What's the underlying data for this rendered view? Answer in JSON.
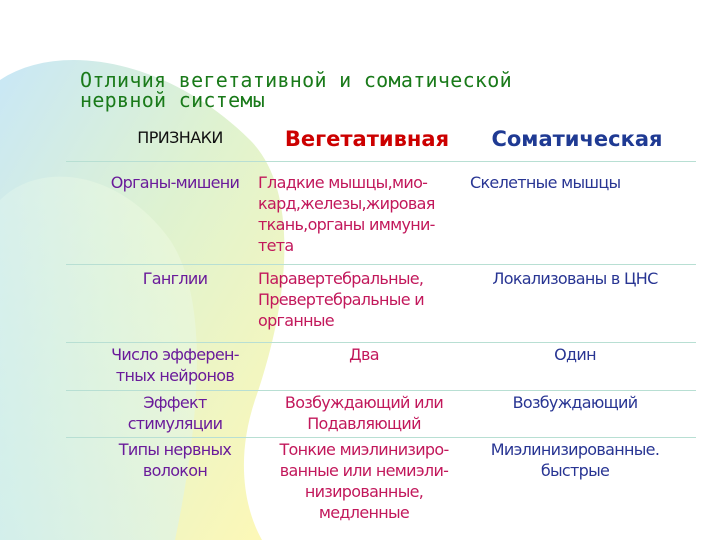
{
  "title_lines": [
    "Отличия вегетативной и соматической",
    "нервной системы"
  ],
  "headers": {
    "features": "ПРИЗНАКИ",
    "vegetative": "Вегетативная",
    "somatic": "Соматическая"
  },
  "rows": [
    {
      "feature": [
        "Органы-мишени"
      ],
      "vegetative": [
        "Гладкие мышцы,мио-",
        "кард,железы,жировая",
        "ткань,органы иммуни-",
        "тета"
      ],
      "somatic": [
        "Скелетные мышцы"
      ]
    },
    {
      "feature": [
        "Ганглии"
      ],
      "vegetative": [
        "Паравертебральные,",
        "Превертебральные и",
        "органные"
      ],
      "somatic": [
        "Локализованы в ЦНС"
      ]
    },
    {
      "feature": [
        "Число эфферен-",
        "тных нейронов"
      ],
      "vegetative": [
        "Два"
      ],
      "somatic": [
        "Один"
      ]
    },
    {
      "feature": [
        "Эффект",
        "стимуляции"
      ],
      "vegetative": [
        "Возбуждающий или",
        "Подавляющий"
      ],
      "somatic": [
        "Возбуждающий"
      ]
    },
    {
      "feature": [
        "Типы нервных",
        "волокон"
      ],
      "vegetative": [
        "Тонкие миэлинизиро-",
        "ванные или немиэли-",
        "низированные,",
        "медленные"
      ],
      "somatic": [
        "Миэлинизированные.",
        "быстрые"
      ]
    }
  ],
  "colors": {
    "title": "#1a7a1a",
    "vegetative": "#cc0000",
    "somatic": "#1f3a93",
    "rule": "#b8dfd3"
  }
}
